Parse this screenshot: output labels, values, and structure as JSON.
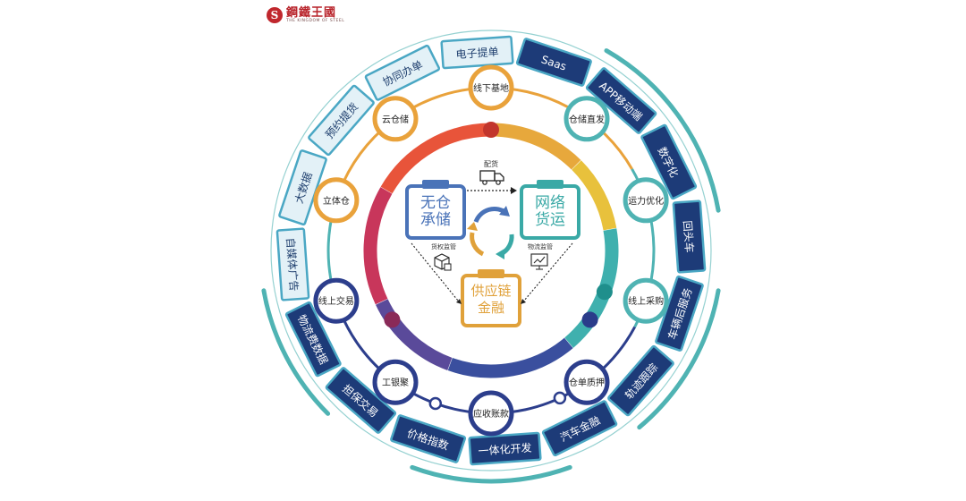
{
  "logo": {
    "mark": "S",
    "name": "鋼鐵王國",
    "en": "THE KINGDOM OF STEEL"
  },
  "outer_boxes": [
    {
      "label": "电子提单",
      "style": "light"
    },
    {
      "label": "Saas",
      "style": "dark"
    },
    {
      "label": "APP移动端",
      "style": "dark"
    },
    {
      "label": "数字化",
      "style": "dark"
    },
    {
      "label": "回头车",
      "style": "dark"
    },
    {
      "label": "车辆后服务",
      "style": "dark"
    },
    {
      "label": "轨迹跟踪",
      "style": "dark"
    },
    {
      "label": "汽车金融",
      "style": "dark"
    },
    {
      "label": "一体化开发",
      "style": "dark"
    },
    {
      "label": "价格指数",
      "style": "dark"
    },
    {
      "label": "担保交易",
      "style": "dark"
    },
    {
      "label": "物流费数据",
      "style": "dark"
    },
    {
      "label": "自媒体广告",
      "style": "light"
    },
    {
      "label": "大数据",
      "style": "light"
    },
    {
      "label": "预约提货",
      "style": "light"
    },
    {
      "label": "协同办单",
      "style": "light"
    }
  ],
  "middle_nodes": [
    {
      "label": "线下基地",
      "ring": "orange"
    },
    {
      "label": "仓储直发",
      "ring": "teal"
    },
    {
      "label": "运力优化",
      "ring": "teal"
    },
    {
      "label": "线上采购",
      "ring": "teal"
    },
    {
      "label": "仓单质押",
      "ring": "navy"
    },
    {
      "label": "应收账款",
      "ring": "navy"
    },
    {
      "label": "工银聚",
      "ring": "navy"
    },
    {
      "label": "线上交易",
      "ring": "navy"
    },
    {
      "label": "立体仓",
      "ring": "orange"
    },
    {
      "label": "云仓储",
      "ring": "orange"
    }
  ],
  "center": {
    "warehouse": "无仓\n承储",
    "freight": "网络\n货运",
    "finance": "供应链\n金融",
    "delivery_label": "配货",
    "cargo_label": "货权监管",
    "logistics_label": "物流监管"
  },
  "colors": {
    "orange": "#e9a23b",
    "red": "#e0483a",
    "teal": "#4fb3b3",
    "navy": "#2c3e8c",
    "purple": "#6a4c9c",
    "light_box": "#e3f1f7",
    "dark_box": "#1d3b78",
    "box_border": "#4aa7c4",
    "warehouse": "#4a73b8",
    "freight": "#3aa9a6",
    "finance": "#e0a13a"
  }
}
